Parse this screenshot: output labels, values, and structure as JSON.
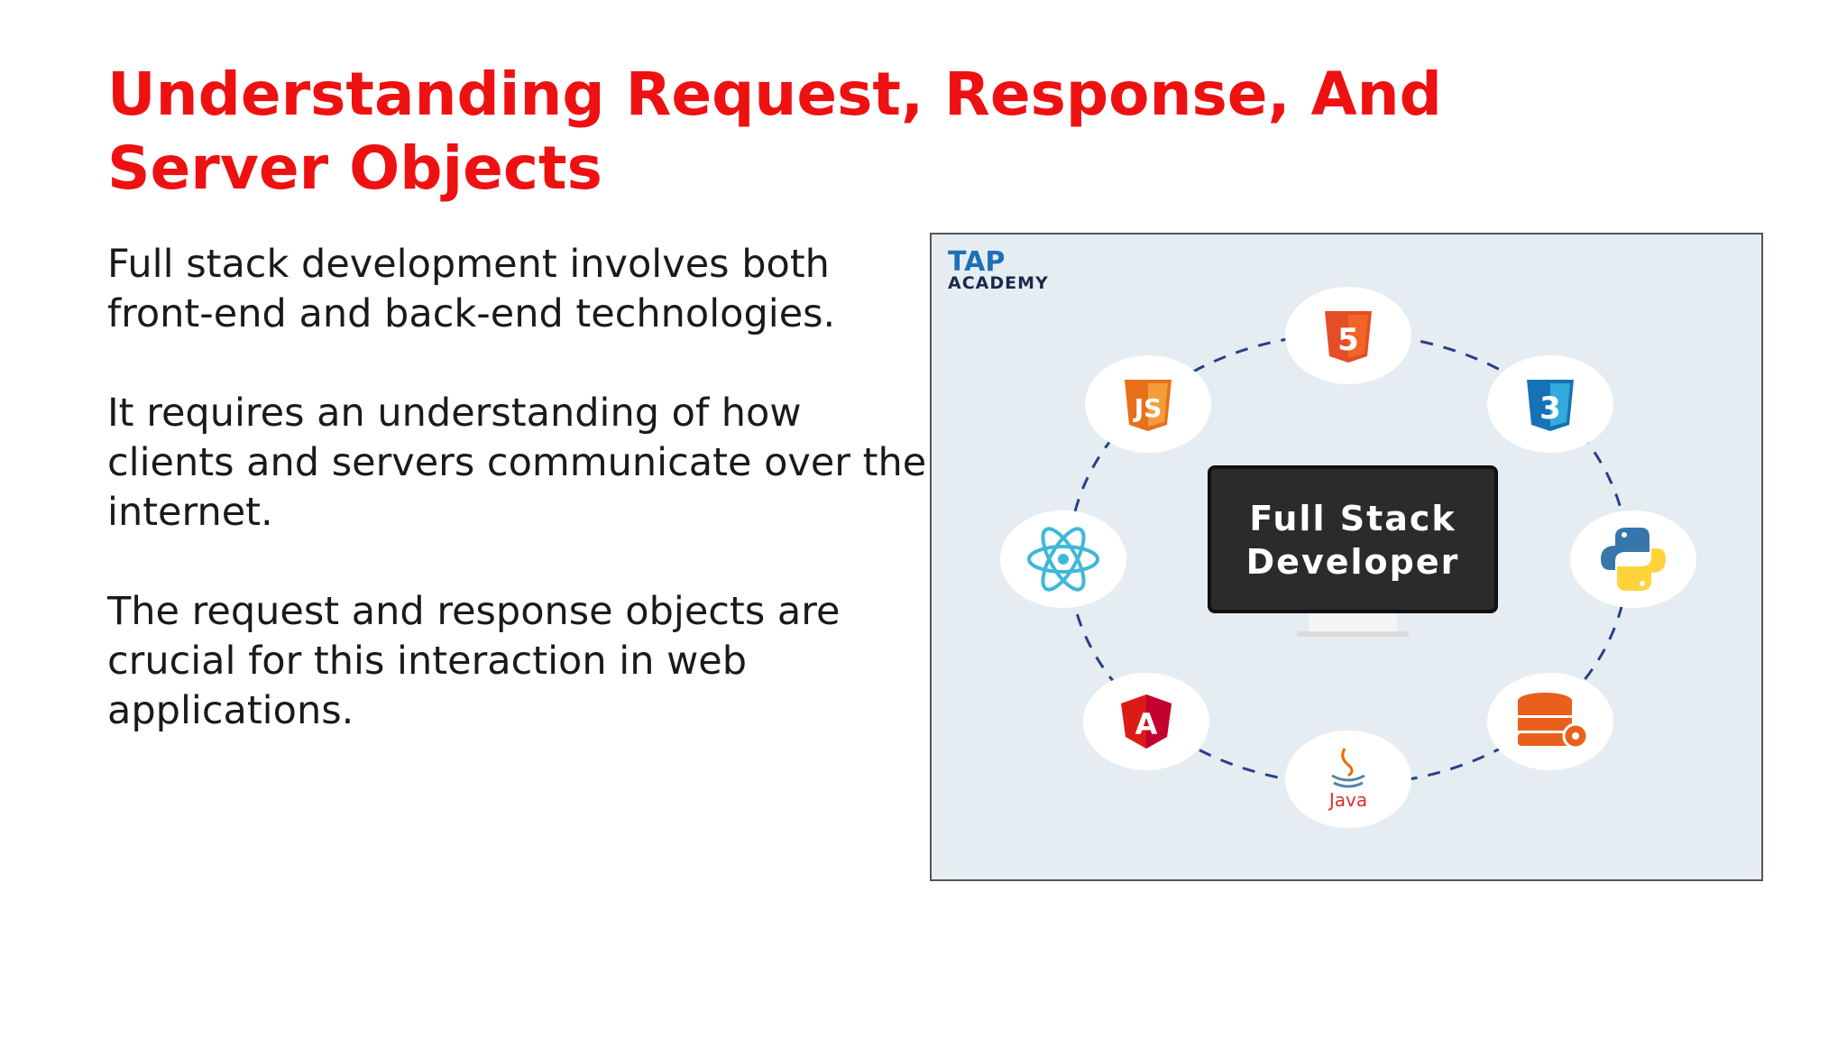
{
  "slide": {
    "title": "Understanding Request, Response, And Server Objects",
    "paragraphs": [
      "Full stack development involves both front-end and back-end technologies.",
      "It requires an understanding of how clients and servers communicate over the internet.",
      "The request and response objects are crucial for this interaction in web applications."
    ]
  },
  "figure": {
    "logo_line1": "TAP",
    "logo_line2": "ACADEMY",
    "monitor_line1": "Full Stack",
    "monitor_line2": "Developer",
    "html_badge": "5",
    "js_badge": "JS",
    "css_badge": "3",
    "angular_badge": "A",
    "java_label": "Java",
    "icons": [
      "html5-icon",
      "css3-icon",
      "python-icon",
      "database-gear-icon",
      "java-icon",
      "angular-icon",
      "react-icon",
      "javascript-icon"
    ]
  },
  "colors": {
    "title": "#ee1111",
    "text": "#1a1a1a",
    "figure_bg": "#e6edf2",
    "html": "#e44d26",
    "css": "#1572b6",
    "js": "#f0801a",
    "react": "#3fb8d8",
    "angular": "#dd1b16",
    "db": "#e8601c",
    "python_blue": "#3776ab",
    "python_yellow": "#ffd43b"
  }
}
